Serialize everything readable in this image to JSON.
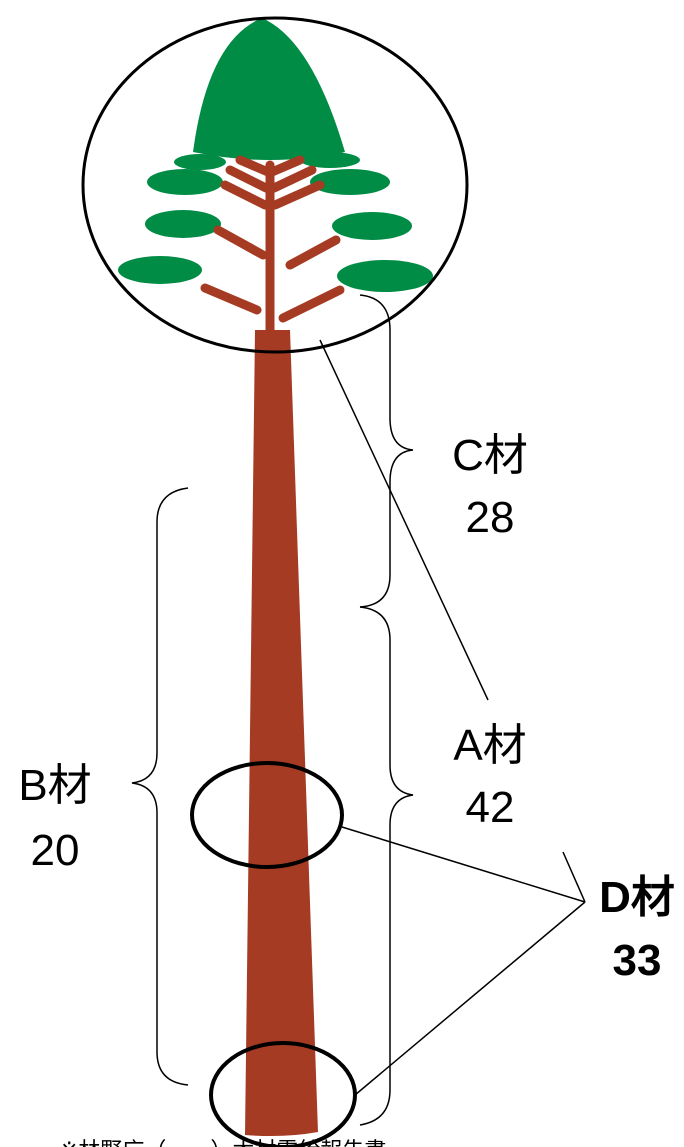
{
  "colors": {
    "trunk": "#a63b24",
    "foliage": "#008c45",
    "line": "#000000",
    "background": "#ffffff"
  },
  "labels": {
    "c": {
      "name": "C材",
      "value": "28"
    },
    "a": {
      "name": "A材",
      "value": "42"
    },
    "b": {
      "name": "B材",
      "value": "20"
    },
    "d": {
      "name": "D材",
      "value": "33"
    }
  },
  "footnote": "※林野庁（　　）木材需給報告書"
}
